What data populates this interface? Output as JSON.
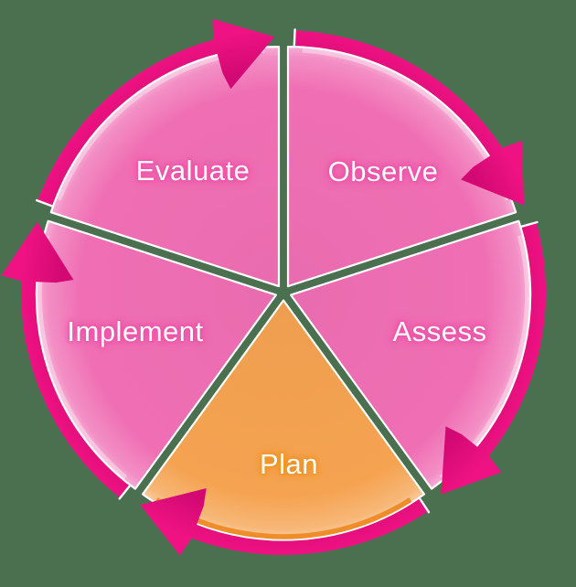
{
  "diagram": {
    "type": "cycle-process",
    "direction": "clockwise",
    "segments": [
      {
        "label": "Observe",
        "fill": "#F06FB4",
        "glow": "#F050A8",
        "text_color": "#FFFFFF"
      },
      {
        "label": "Assess",
        "fill": "#F06FB4",
        "glow": "#F050A8",
        "text_color": "#FFFFFF"
      },
      {
        "label": "Plan",
        "fill": "#F5A351",
        "glow": "#F2921C",
        "text_color": "#FFFFFF"
      },
      {
        "label": "Implement",
        "fill": "#F06FB4",
        "glow": "#F050A8",
        "text_color": "#FFFFFF"
      },
      {
        "label": "Evaluate",
        "fill": "#F06FB4",
        "glow": "#F050A8",
        "text_color": "#FFFFFF"
      }
    ],
    "colors": {
      "background": "#4A7050",
      "ring": "#E00D7C",
      "ring_bright": "#EE1282",
      "ring_deep": "#D30973",
      "pink_wedge": "#F06FB4",
      "orange_wedge": "#F5A351",
      "orange_rim": "#EE8D29",
      "gap_edge": "#FFFFFF",
      "label_text": "#FFFFFF"
    }
  }
}
